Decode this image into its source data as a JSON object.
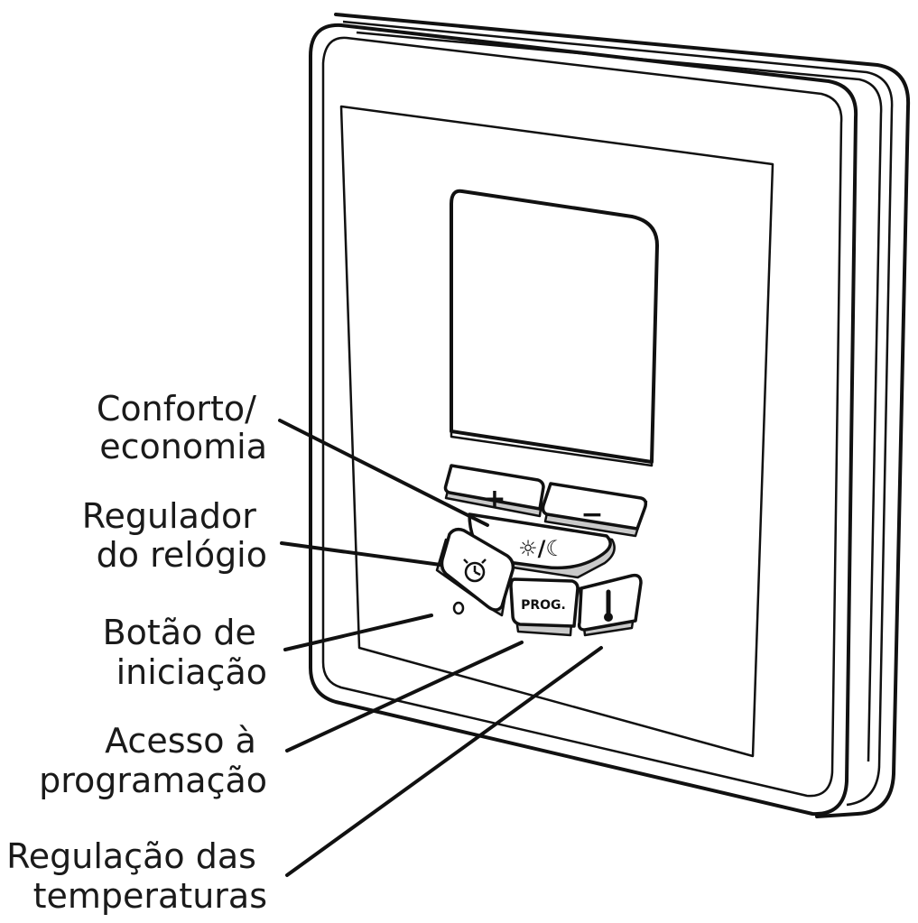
{
  "labels": [
    {
      "id": "conforto",
      "line1": "Conforto/",
      "line2": "economia"
    },
    {
      "id": "relogio",
      "line1": "Regulador",
      "line2": "do relógio"
    },
    {
      "id": "iniciacao",
      "line1": "Botão de",
      "line2": "iniciação"
    },
    {
      "id": "programacao",
      "line1": "Acesso à",
      "line2": "programação"
    },
    {
      "id": "temperaturas",
      "line1": "Regulação das",
      "line2": "temperaturas"
    }
  ],
  "buttons": {
    "plus": "+",
    "minus": "−",
    "comfort_eco": "☼/☾",
    "prog": "PROG.",
    "clock_icon": "clock-icon",
    "thermometer_icon": "thermometer-icon"
  },
  "colors": {
    "ink": "#111111",
    "background": "#ffffff",
    "button_shade": "#c9c9c9"
  }
}
